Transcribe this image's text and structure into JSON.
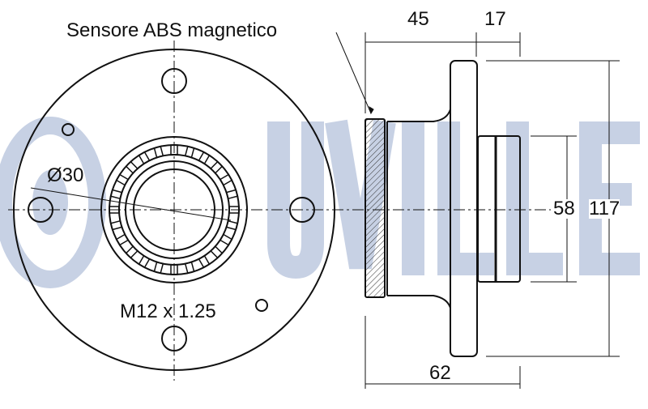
{
  "watermark": {
    "brand": "RUVILLE",
    "color": "#c7d1e4"
  },
  "labels": {
    "sensor": "Sensore ABS magnetico",
    "diameter": "Ø30",
    "thread": "M12 x 1.25",
    "dim_45": "45",
    "dim_17": "17",
    "dim_58": "58",
    "dim_117": "117",
    "dim_62": "62"
  }
}
